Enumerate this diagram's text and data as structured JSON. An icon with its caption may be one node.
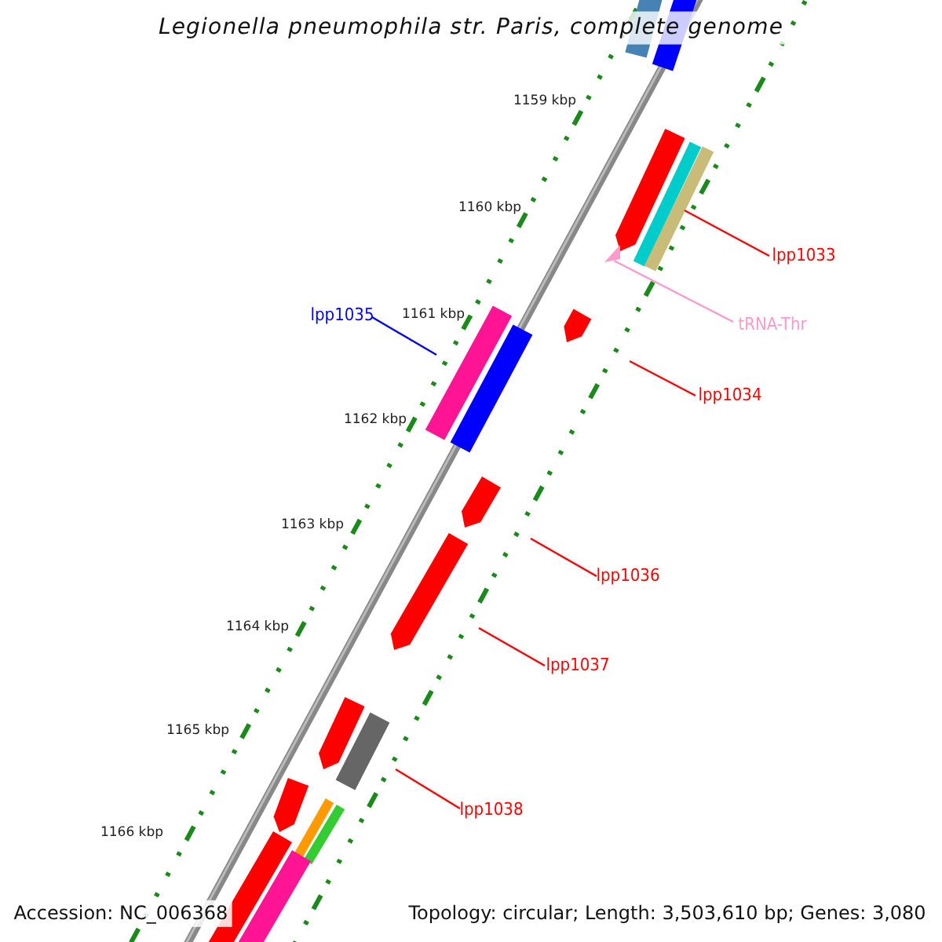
{
  "diagram": {
    "title": "Legionella pneumophila str. Paris, complete genome",
    "nodes": [
      {
        "text": [
          "lpp1033"
        ]
      },
      {
        "text": [],
        "shape": "bar"
      },
      {
        "text": [
          "tRNA-Thr"
        ]
      },
      {
        "text": [],
        "shape": "triangle"
      },
      {
        "text": [
          "lpp1034"
        ]
      },
      {
        "text": [],
        "shape": "bar"
      },
      {
        "text": [
          "lpp1035"
        ]
      },
      {
        "text": [],
        "shape": "bar"
      },
      {
        "text": [
          "lpp1036"
        ]
      },
      {
        "text": [],
        "shape": "bar"
      },
      {
        "text": [
          "lpp1037"
        ]
      },
      {
        "text": [],
        "shape": "bar"
      },
      {
        "text": [
          "lpp1038"
        ]
      },
      {
        "text": [],
        "shape": "bar"
      },
      {
        "text": [],
        "shape": "bar"
      },
      {
        "text": [],
        "shape": "bar"
      },
      {
        "text": [],
        "shape": "bar"
      },
      {
        "text": [],
        "shape": "bar"
      },
      {
        "text": [],
        "shape": "bar"
      },
      {
        "text": [],
        "shape": "bar"
      },
      {
        "text": [],
        "shape": "bar"
      },
      {
        "text": [],
        "shape": "bar"
      },
      {
        "text": [],
        "shape": "bar"
      },
      {
        "text": [],
        "shape": "bar"
      },
      {
        "text": [],
        "shape": "bar"
      }
    ],
    "edges": [
      {
        "from": 0,
        "to": 17,
        "arrow": "none"
      },
      {
        "from": 2,
        "to": 3,
        "arrow": "none",
        "color": "#ff99cc"
      },
      {
        "from": 4,
        "to": 5,
        "arrow": "none"
      },
      {
        "from": 6,
        "to": 7,
        "arrow": "none",
        "color": "#0000ff"
      },
      {
        "from": 8,
        "to": 9,
        "arrow": "none"
      },
      {
        "from": 10,
        "to": 11,
        "arrow": "none"
      },
      {
        "from": 12,
        "to": 13,
        "arrow": "none"
      }
    ],
    "labels": [
      "1159 kbp",
      "1160 kbp",
      "1161 kbp",
      "1162 kbp",
      "1163 kbp",
      "1164 kbp",
      "1165 kbp",
      "1166 kbp",
      "Accession: NC_006368",
      "Topology: circular; Length: 3,503,610 bp; Genes: 3,080"
    ]
  }
}
